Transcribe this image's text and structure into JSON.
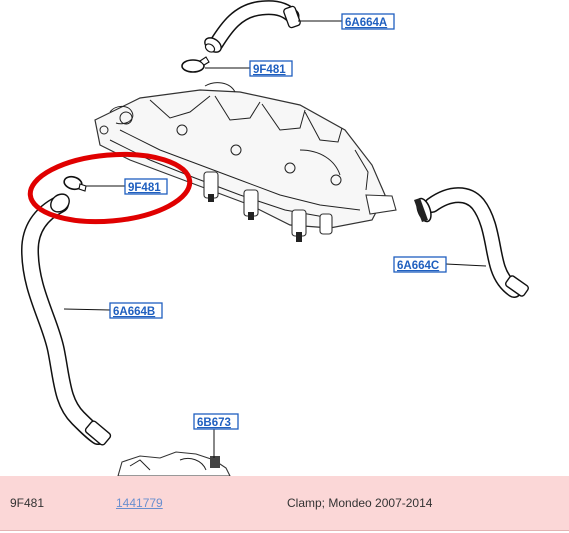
{
  "labels": {
    "a": "6A664A",
    "b": "9F481",
    "c": "9F481",
    "d": "6A664C",
    "e": "6A664B",
    "f": "6B673"
  },
  "highlight_color": "#e00000",
  "label_color": "#1f5fbf",
  "part_row": {
    "part_number": "9F481",
    "part_link": "1441779",
    "description": "Clamp; Mondeo 2007-2014",
    "background": "#fbd7d7"
  }
}
